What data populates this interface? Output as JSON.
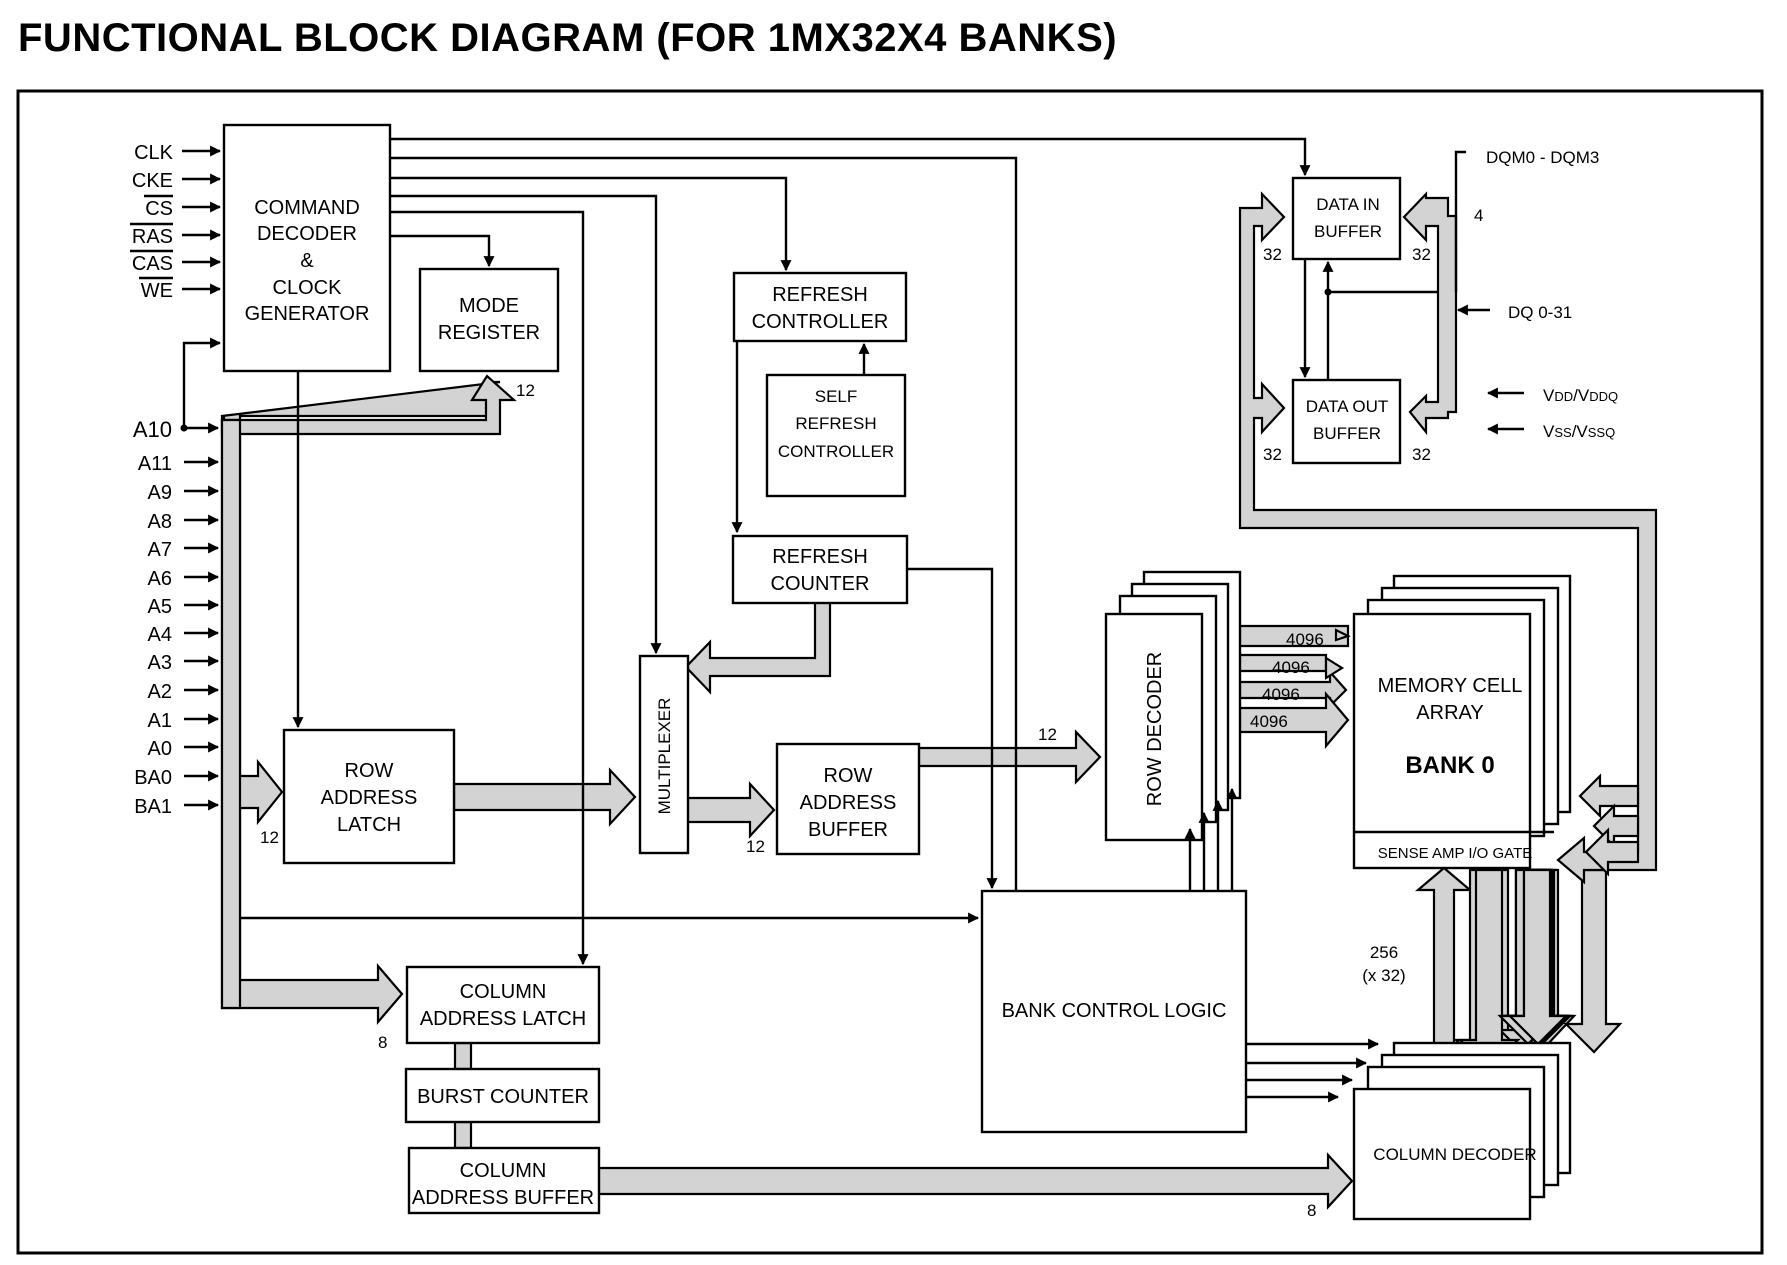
{
  "title": "FUNCTIONAL BLOCK DIAGRAM (FOR 1MX32X4 BANKS)",
  "control_inputs": [
    "CLK",
    "CKE",
    "CS",
    "RAS",
    "CAS",
    "WE"
  ],
  "address_inputs": [
    "A10",
    "A11",
    "A9",
    "A8",
    "A7",
    "A6",
    "A5",
    "A4",
    "A3",
    "A2",
    "A1",
    "A0",
    "BA0",
    "BA1"
  ],
  "blocks": {
    "command_decoder": [
      "COMMAND",
      "DECODER",
      "&",
      "CLOCK",
      "GENERATOR"
    ],
    "mode_register": [
      "MODE",
      "REGISTER"
    ],
    "refresh_controller": [
      "REFRESH",
      "CONTROLLER"
    ],
    "self_refresh_controller": [
      "SELF",
      "REFRESH",
      "CONTROLLER"
    ],
    "refresh_counter": [
      "REFRESH",
      "COUNTER"
    ],
    "multiplexer": "MULTIPLEXER",
    "row_address_latch": [
      "ROW",
      "ADDRESS",
      "LATCH"
    ],
    "row_address_buffer": [
      "ROW",
      "ADDRESS",
      "BUFFER"
    ],
    "row_decoder": "ROW DECODER",
    "memory_cell_array": [
      "MEMORY CELL",
      "ARRAY"
    ],
    "bank_label": "BANK 0",
    "sense_amp": "SENSE AMP I/O GATE",
    "bank_control_logic": "BANK CONTROL LOGIC",
    "column_address_latch": [
      "COLUMN",
      "ADDRESS LATCH"
    ],
    "burst_counter": "BURST COUNTER",
    "column_address_buffer": [
      "COLUMN",
      "ADDRESS BUFFER"
    ],
    "column_decoder": "COLUMN DECODER",
    "data_in_buffer": [
      "DATA IN",
      "BUFFER"
    ],
    "data_out_buffer": [
      "DATA OUT",
      "BUFFER"
    ]
  },
  "signals": {
    "dqm": "DQM0 - DQM3",
    "dq": "DQ 0-31",
    "vdd_main": "V",
    "vdd_sub": "DD",
    "vdd_sep": "/V",
    "vdd_sub2": "DDQ",
    "vss_main": "V",
    "vss_sub": "SS",
    "vss_sep": "/V",
    "vss_sub2": "SSQ"
  },
  "bus_widths": {
    "mode_register": "12",
    "row_address_latch": "12",
    "row_address_buffer": "12",
    "row_decoder_in": "12",
    "row_outputs": [
      "4096",
      "4096",
      "4096",
      "4096"
    ],
    "column_address_latch": "8",
    "column_decoder_in": "8",
    "column_bus": [
      "256",
      "(x 32)"
    ],
    "dqm_width": "4",
    "data_in_left": "32",
    "data_in_right": "32",
    "data_out_left": "32",
    "data_out_right": "32"
  }
}
